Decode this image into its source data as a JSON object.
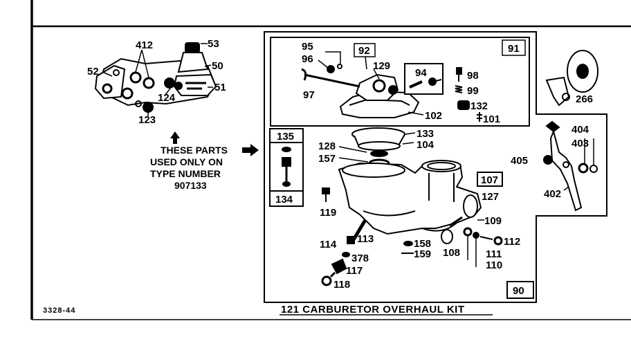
{
  "labels": {
    "l412": "412",
    "l53": "53",
    "l52": "52",
    "l50": "50",
    "l51": "51",
    "l124": "124",
    "l123": "123",
    "l95": "95",
    "l96": "96",
    "l97": "97",
    "l129": "129",
    "l94": "94",
    "l98": "98",
    "l99": "99",
    "l132": "132",
    "l101": "101",
    "l102": "102",
    "l133": "133",
    "l104": "104",
    "l128": "128",
    "l157": "157",
    "l119": "119",
    "l113": "113",
    "l114": "114",
    "l378": "378",
    "l117": "117",
    "l118": "118",
    "l158": "158",
    "l159": "159",
    "l108": "108",
    "l111": "111",
    "l110": "110",
    "l112": "112",
    "l109": "109",
    "l404": "404",
    "l403": "403",
    "l405": "405",
    "l402": "402",
    "l266": "266"
  },
  "boxes": {
    "b91": "91",
    "b92": "92",
    "b94": "94",
    "b135": "135",
    "b134": "134",
    "b107": "107",
    "b127": "127",
    "b90": "90"
  },
  "note": {
    "line1": "THESE PARTS",
    "line2": "USED ONLY ON",
    "line3": "TYPE NUMBER",
    "line4": "907133"
  },
  "kit_caption": "121 CARBURETOR OVERHAUL KIT",
  "drawing_code": "3328-44"
}
